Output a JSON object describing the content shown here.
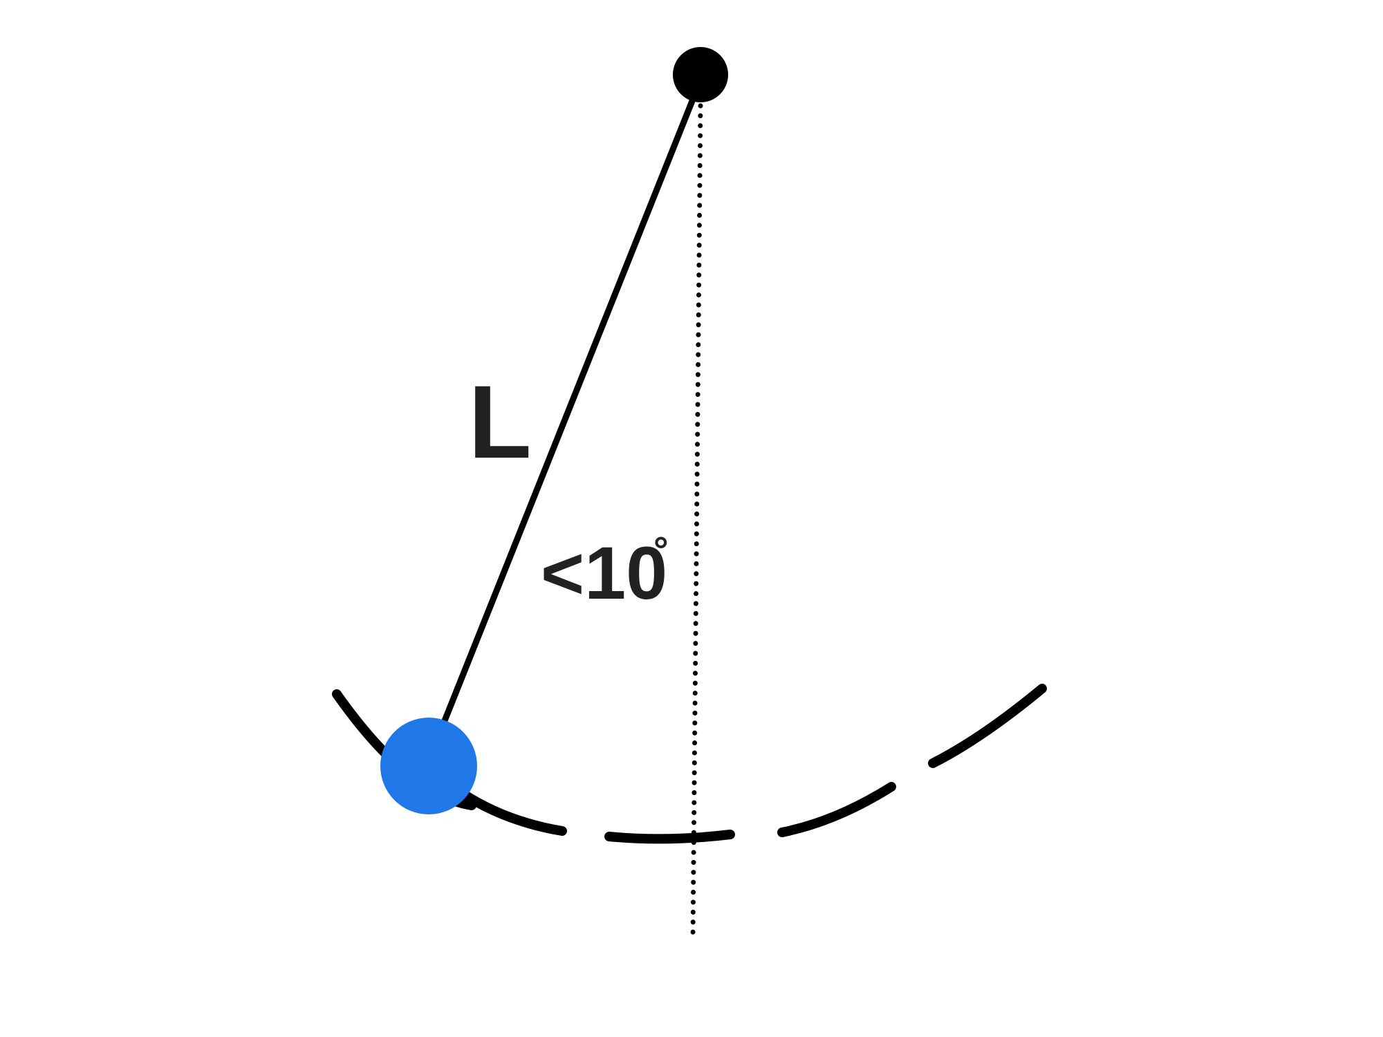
{
  "length_label": "L",
  "angle_label": "<10",
  "degree_symbol": "°",
  "colors": {
    "background": "#ffffff",
    "line": "#000000",
    "text": "#222222",
    "bob": "#1f77e8",
    "pivot": "#000000"
  },
  "elements": {
    "pivot": "pivot-point",
    "string": "pendulum-string",
    "bob": "pendulum-bob",
    "vertical": "vertical-reference-line",
    "arc": "swing-arc"
  }
}
